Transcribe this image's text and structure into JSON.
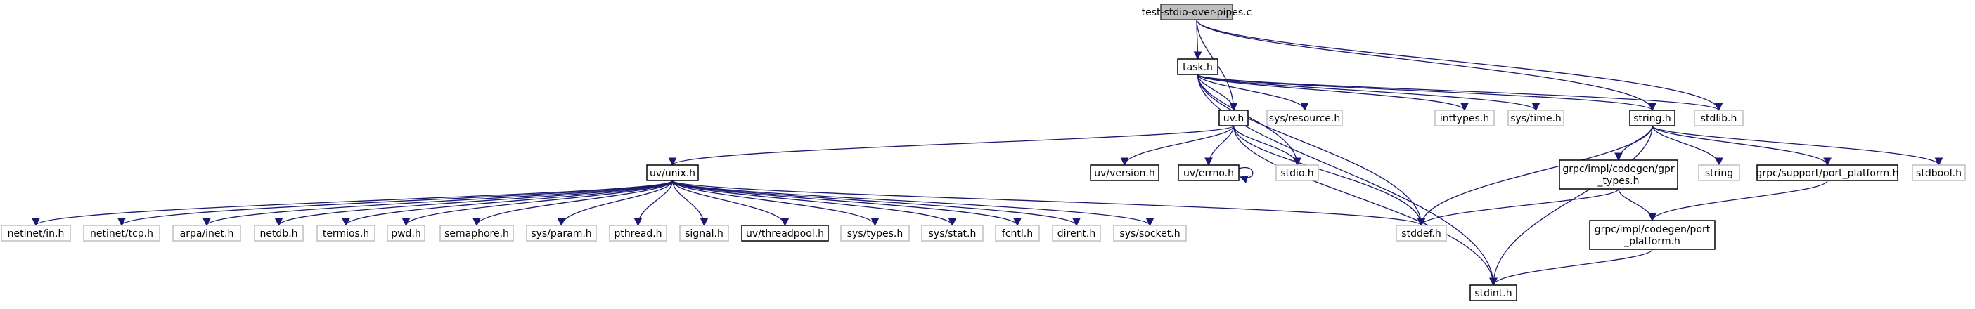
{
  "graph": {
    "nodes": [
      {
        "id": "root",
        "label": "test-stdio-over-pipes.c",
        "style": "root"
      },
      {
        "id": "task",
        "label": "task.h",
        "style": "solid"
      },
      {
        "id": "uv",
        "label": "uv.h",
        "style": "solid"
      },
      {
        "id": "sysres",
        "label": "sys/resource.h",
        "style": "ext"
      },
      {
        "id": "inttypes",
        "label": "inttypes.h",
        "style": "ext"
      },
      {
        "id": "systime",
        "label": "sys/time.h",
        "style": "ext"
      },
      {
        "id": "string_h",
        "label": "string.h",
        "style": "solid"
      },
      {
        "id": "stdlib",
        "label": "stdlib.h",
        "style": "ext"
      },
      {
        "id": "uvunix",
        "label": "uv/unix.h",
        "style": "solid"
      },
      {
        "id": "uvversion",
        "label": "uv/version.h",
        "style": "solid"
      },
      {
        "id": "uverrno",
        "label": "uv/errno.h",
        "style": "solid"
      },
      {
        "id": "stdio",
        "label": "stdio.h",
        "style": "ext"
      },
      {
        "id": "gprtypes",
        "label": [
          "grpc/impl/codegen/gpr",
          "_types.h"
        ],
        "style": "solid"
      },
      {
        "id": "stringx",
        "label": "string",
        "style": "ext"
      },
      {
        "id": "portplat",
        "label": "grpc/support/port_platform.h",
        "style": "solid"
      },
      {
        "id": "stdbool",
        "label": "stdbool.h",
        "style": "ext"
      },
      {
        "id": "netinetin",
        "label": "netinet/in.h",
        "style": "ext"
      },
      {
        "id": "netinettcp",
        "label": "netinet/tcp.h",
        "style": "ext"
      },
      {
        "id": "arpainet",
        "label": "arpa/inet.h",
        "style": "ext"
      },
      {
        "id": "netdb",
        "label": "netdb.h",
        "style": "ext"
      },
      {
        "id": "termios",
        "label": "termios.h",
        "style": "ext"
      },
      {
        "id": "pwd",
        "label": "pwd.h",
        "style": "ext"
      },
      {
        "id": "semaphore",
        "label": "semaphore.h",
        "style": "ext"
      },
      {
        "id": "sysparam",
        "label": "sys/param.h",
        "style": "ext"
      },
      {
        "id": "pthread",
        "label": "pthread.h",
        "style": "ext"
      },
      {
        "id": "signal",
        "label": "signal.h",
        "style": "ext"
      },
      {
        "id": "threadpool",
        "label": "uv/threadpool.h",
        "style": "solid"
      },
      {
        "id": "systypes",
        "label": "sys/types.h",
        "style": "ext"
      },
      {
        "id": "sysstat",
        "label": "sys/stat.h",
        "style": "ext"
      },
      {
        "id": "fcntl",
        "label": "fcntl.h",
        "style": "ext"
      },
      {
        "id": "dirent",
        "label": "dirent.h",
        "style": "ext"
      },
      {
        "id": "syssocket",
        "label": "sys/socket.h",
        "style": "ext"
      },
      {
        "id": "stddef",
        "label": "stddef.h",
        "style": "ext"
      },
      {
        "id": "portplat2",
        "label": [
          "grpc/impl/codegen/port",
          "_platform.h"
        ],
        "style": "solid"
      },
      {
        "id": "stdint",
        "label": "stdint.h",
        "style": "solid"
      }
    ],
    "edges": [
      [
        "root",
        "task"
      ],
      [
        "root",
        "uv"
      ],
      [
        "root",
        "string_h"
      ],
      [
        "root",
        "stdlib"
      ],
      [
        "task",
        "uv"
      ],
      [
        "task",
        "sysres"
      ],
      [
        "task",
        "stdio"
      ],
      [
        "task",
        "stddef"
      ],
      [
        "task",
        "inttypes"
      ],
      [
        "task",
        "systime"
      ],
      [
        "task",
        "string_h"
      ],
      [
        "task",
        "stdlib"
      ],
      [
        "task",
        "stdint"
      ],
      [
        "uv",
        "uvunix"
      ],
      [
        "uv",
        "uvversion"
      ],
      [
        "uv",
        "uverrno"
      ],
      [
        "uv",
        "stdio"
      ],
      [
        "uv",
        "stddef"
      ],
      [
        "uv",
        "stdint"
      ],
      [
        "uverrno",
        "uverrno"
      ],
      [
        "uvunix",
        "netinetin"
      ],
      [
        "uvunix",
        "netinettcp"
      ],
      [
        "uvunix",
        "arpainet"
      ],
      [
        "uvunix",
        "netdb"
      ],
      [
        "uvunix",
        "termios"
      ],
      [
        "uvunix",
        "pwd"
      ],
      [
        "uvunix",
        "semaphore"
      ],
      [
        "uvunix",
        "sysparam"
      ],
      [
        "uvunix",
        "pthread"
      ],
      [
        "uvunix",
        "signal"
      ],
      [
        "uvunix",
        "threadpool"
      ],
      [
        "uvunix",
        "systypes"
      ],
      [
        "uvunix",
        "sysstat"
      ],
      [
        "uvunix",
        "fcntl"
      ],
      [
        "uvunix",
        "dirent"
      ],
      [
        "uvunix",
        "syssocket"
      ],
      [
        "uvunix",
        "stddef"
      ],
      [
        "string_h",
        "gprtypes"
      ],
      [
        "string_h",
        "stringx"
      ],
      [
        "string_h",
        "portplat"
      ],
      [
        "string_h",
        "stdbool"
      ],
      [
        "string_h",
        "stddef"
      ],
      [
        "string_h",
        "stdint"
      ],
      [
        "gprtypes",
        "stddef"
      ],
      [
        "gprtypes",
        "portplat2"
      ],
      [
        "portplat",
        "portplat2"
      ],
      [
        "portplat2",
        "stdint"
      ]
    ]
  },
  "colors": {
    "edge": "#191970",
    "solid_border": "#000000",
    "ext_border": "#bfbfbf",
    "root_fill": "#bfbfbf",
    "root_border": "#404040",
    "text": "#000000"
  }
}
